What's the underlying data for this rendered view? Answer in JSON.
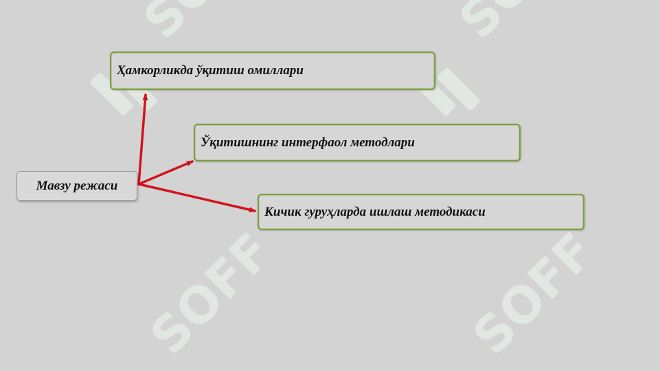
{
  "diagram": {
    "root": {
      "label": "Мавзу режаси"
    },
    "topics": [
      {
        "label": "Ҳамкорликда ўқитиш омиллари"
      },
      {
        "label": "Ўқитишнинг интерфаол методлари"
      },
      {
        "label": "Кичик гуруҳларда ишлаш методикаси"
      }
    ]
  },
  "watermark": {
    "text": "SOFF"
  },
  "colors": {
    "background": "#d3d3d3",
    "box_border": "#7d9b4a",
    "arrow": "#d0141e",
    "watermark": "#e6eee6"
  }
}
